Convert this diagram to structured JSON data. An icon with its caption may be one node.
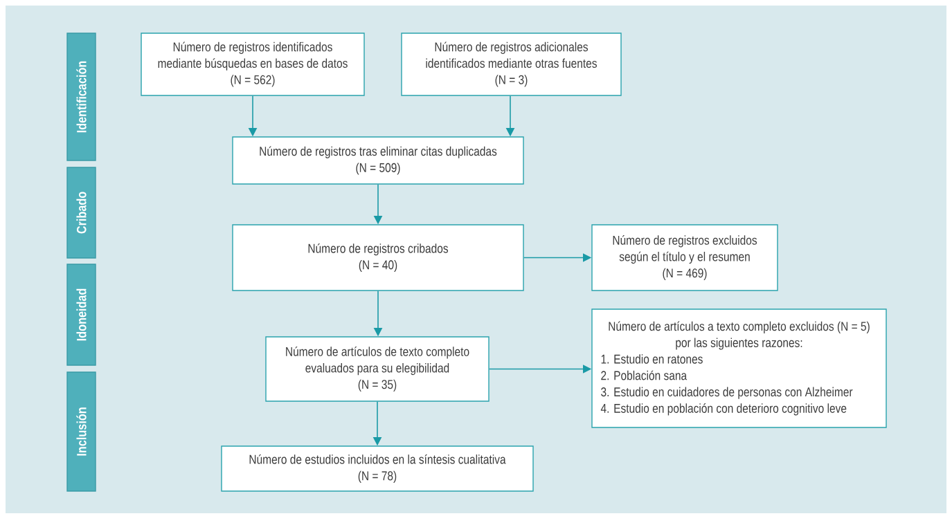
{
  "diagram": {
    "nodes": [
      {
        "text": [
          "Identificación"
        ]
      },
      {
        "text": [
          "Cribado"
        ]
      },
      {
        "text": [
          "Idoneidad"
        ]
      },
      {
        "text": [
          "Inclusión"
        ]
      },
      {
        "text": [
          "Número de registros identificados mediante búsquedas en bases de datos",
          "(N = 562)"
        ]
      },
      {
        "text": [
          "Número de registros adicionales identificados mediante otras fuentes",
          "(N = 3)"
        ]
      },
      {
        "text": [
          "Número de registros tras eliminar citas duplicadas",
          "(N = 509)"
        ]
      },
      {
        "text": [
          "Número de registros cribados",
          "(N = 40)"
        ]
      },
      {
        "text": [
          "Número de registros excluidos según el título y el resumen",
          "(N = 469)"
        ]
      },
      {
        "text": [
          "Número de artículos de texto completo evaluados para su elegibilidad",
          "(N = 35)"
        ]
      },
      {
        "text": [
          "Número de artículos a texto completo excluidos (N = 5) por las siguientes razones:",
          "1. Estudio en ratones",
          "2. Población sana",
          "3. Estudio en cuidadores de personas con Alzheimer",
          "4. Estudio en población con deterioro cognitivo leve"
        ]
      },
      {
        "text": [
          "Número de estudios incluidos en la síntesis cualitativa",
          "(N = 78)"
        ]
      }
    ],
    "edges": [
      {
        "from": 4,
        "to": 6,
        "arrow": "to"
      },
      {
        "from": 5,
        "to": 6,
        "arrow": "to"
      },
      {
        "from": 6,
        "to": 7,
        "arrow": "to"
      },
      {
        "from": 7,
        "to": 8,
        "arrow": "to"
      },
      {
        "from": 7,
        "to": 9,
        "arrow": "to"
      },
      {
        "from": 9,
        "to": 10,
        "arrow": "to"
      },
      {
        "from": 9,
        "to": 11,
        "arrow": "to"
      }
    ]
  }
}
